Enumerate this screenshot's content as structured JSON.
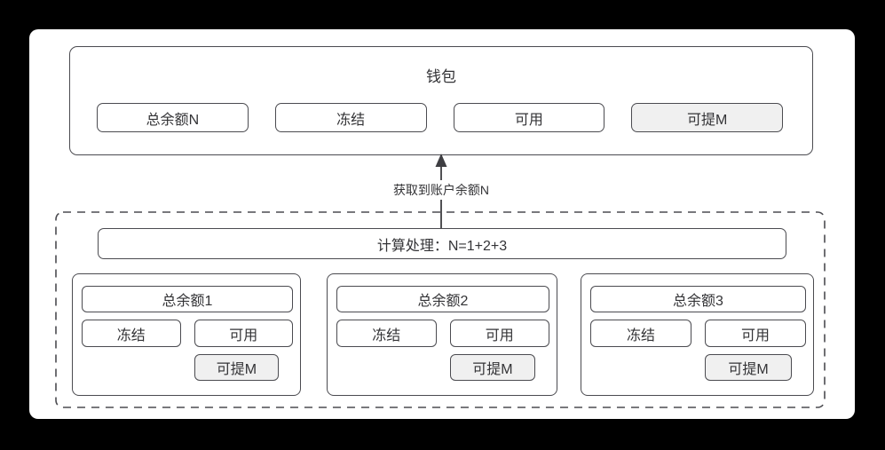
{
  "colors": {
    "page_bg": "#000000",
    "card_bg": "#ffffff",
    "border": "#4b4b50",
    "text": "#333336",
    "highlight_bg": "#f0f0f0",
    "arrow": "#3e3e42"
  },
  "wallet": {
    "title": "钱包",
    "items": [
      {
        "label": "总余额N",
        "highlighted": false
      },
      {
        "label": "冻结",
        "highlighted": false
      },
      {
        "label": "可用",
        "highlighted": false
      },
      {
        "label": "可提M",
        "highlighted": true
      }
    ]
  },
  "arrow": {
    "label": "获取到账户余额N"
  },
  "calculation": {
    "label": "计算处理：N=1+2+3"
  },
  "accounts": [
    {
      "title": "总余额1",
      "frozen": "冻结",
      "available": "可用",
      "withdrawable": "可提M"
    },
    {
      "title": "总余额2",
      "frozen": "冻结",
      "available": "可用",
      "withdrawable": "可提M"
    },
    {
      "title": "总余额3",
      "frozen": "冻结",
      "available": "可用",
      "withdrawable": "可提M"
    }
  ]
}
